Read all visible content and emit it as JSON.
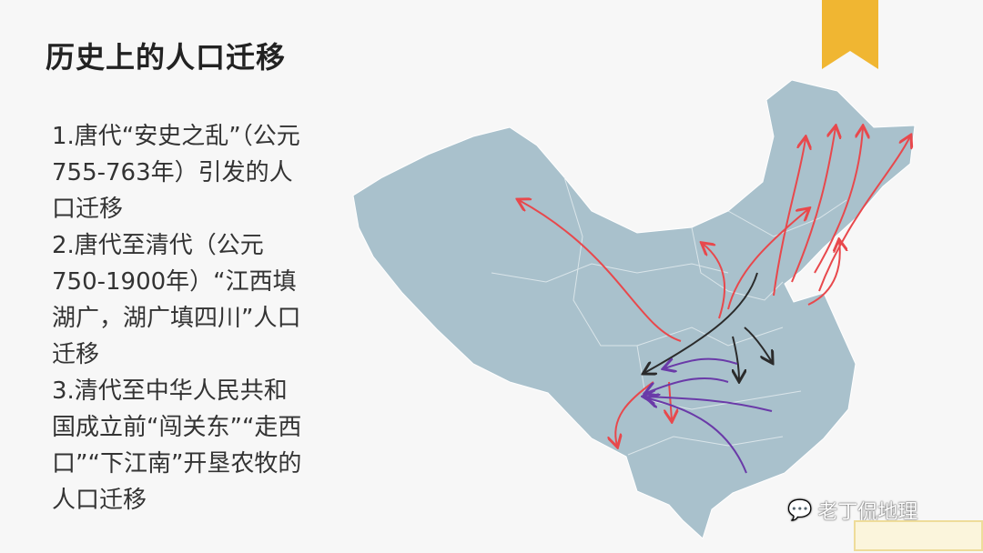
{
  "title": "历史上的人口迁移",
  "items": [
    {
      "lines": [
        "1.唐代“安史之乱”（公元",
        "755-763年）引发的人",
        "口迁移"
      ]
    },
    {
      "lines": [
        "2.唐代至清代（公元",
        "750-1900年）“江西填",
        "湖广，湖广填四川”人口",
        "迁移"
      ]
    },
    {
      "lines": [
        "3.清代至中华人民共和",
        "国成立前“闯关东”“走西",
        "口”“下江南”开垦农牧的",
        "人口迁移"
      ]
    }
  ],
  "watermark": "老丁侃地理",
  "colors": {
    "map": "#a9c1cc",
    "red_arrow": "#e8484c",
    "black_arrow": "#2b2b2b",
    "purple_arrow": "#6a3aa8",
    "bookmark": "#f0b632"
  }
}
